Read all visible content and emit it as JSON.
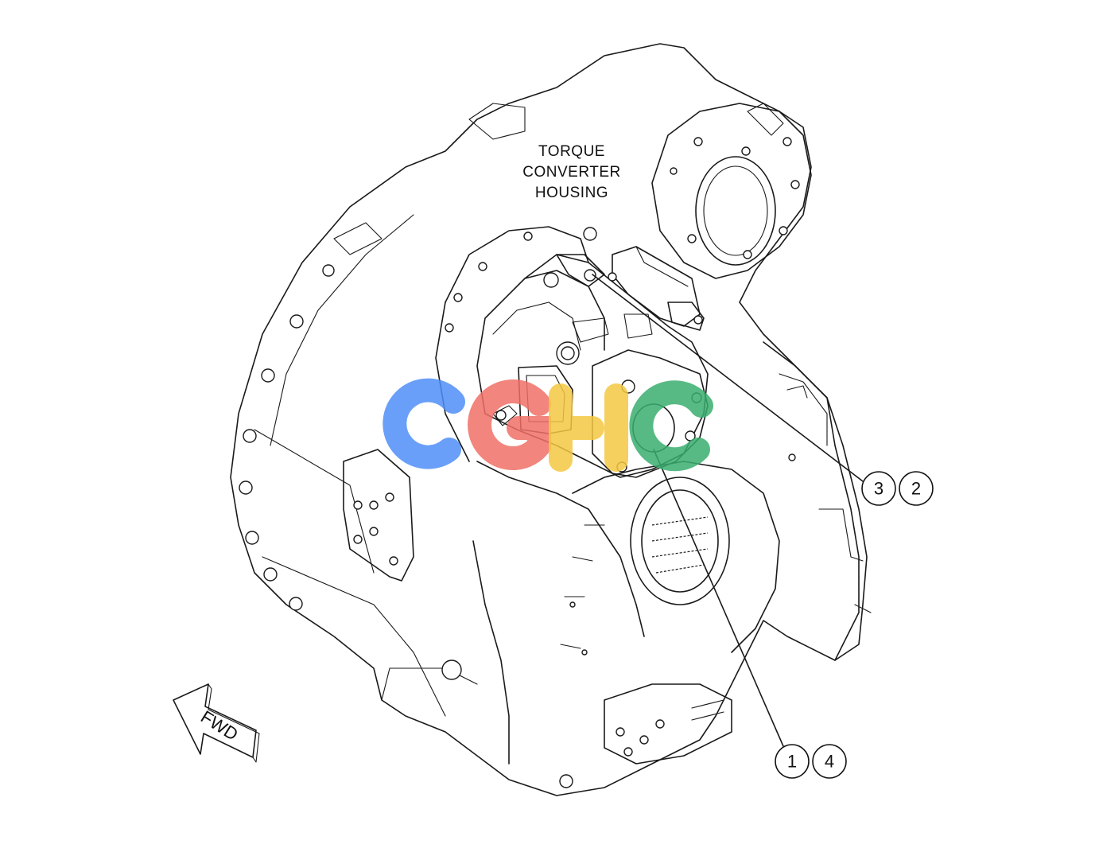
{
  "labels": {
    "housing_line1": "TORQUE",
    "housing_line2": "CONVERTER",
    "housing_line3": "HOUSING",
    "fwd": "FWD"
  },
  "callouts": [
    {
      "num": "3"
    },
    {
      "num": "2"
    },
    {
      "num": "1"
    },
    {
      "num": "4"
    }
  ],
  "watermark": {
    "text": "CGHC",
    "colors": [
      "#4f8ef7",
      "#f07066",
      "#f5c842",
      "#3aae6e"
    ]
  },
  "colors": {
    "line": "#1a1a1a",
    "background": "#ffffff"
  }
}
